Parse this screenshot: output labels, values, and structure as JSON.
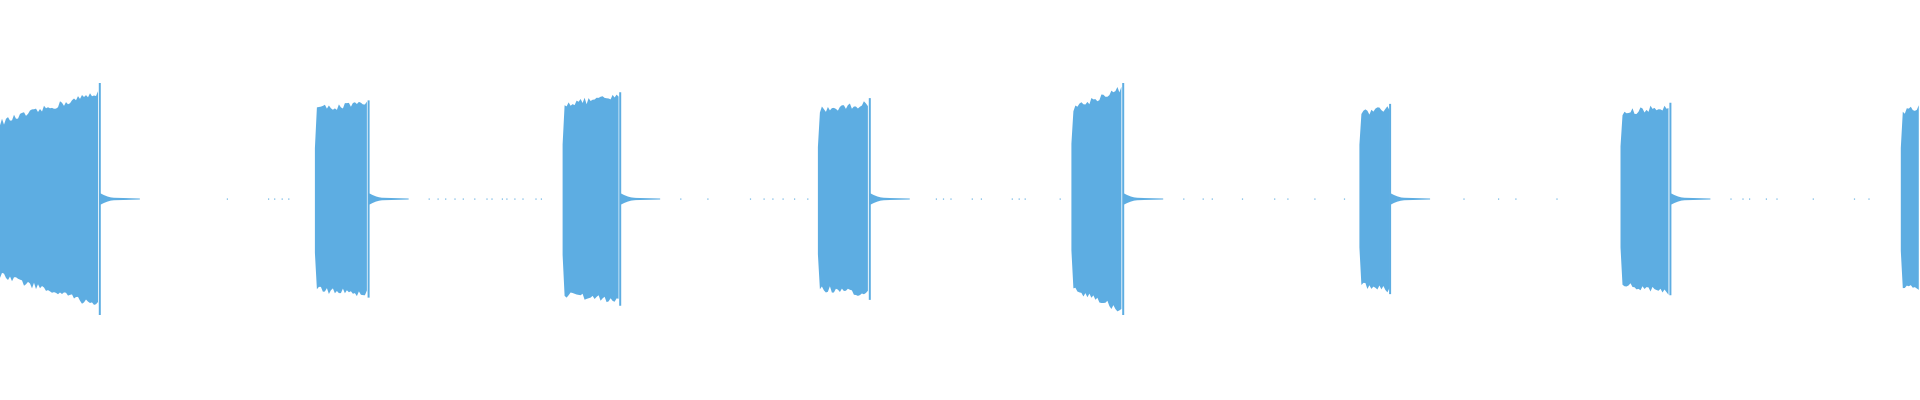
{
  "waveform": {
    "color": "#5dade2",
    "background": "#ffffff",
    "bursts": [
      {
        "start_s": 0.0,
        "end_s": 0.52,
        "amp_start": 0.66,
        "amp_end": 0.92,
        "spike": 1.0
      },
      {
        "start_s": 1.64,
        "end_s": 1.92,
        "amp_start": 0.78,
        "amp_end": 0.82,
        "spike": 0.85
      },
      {
        "start_s": 2.93,
        "end_s": 3.23,
        "amp_start": 0.82,
        "amp_end": 0.88,
        "spike": 0.92
      },
      {
        "start_s": 4.26,
        "end_s": 4.53,
        "amp_start": 0.77,
        "amp_end": 0.82,
        "spike": 0.87
      },
      {
        "start_s": 5.58,
        "end_s": 5.85,
        "amp_start": 0.78,
        "amp_end": 0.96,
        "spike": 1.0
      },
      {
        "start_s": 7.08,
        "end_s": 7.24,
        "amp_start": 0.74,
        "amp_end": 0.78,
        "spike": 0.82
      },
      {
        "start_s": 8.44,
        "end_s": 8.7,
        "amp_start": 0.74,
        "amp_end": 0.8,
        "spike": 0.83
      },
      {
        "start_s": 9.9,
        "end_s": 10.0,
        "amp_start": 0.76,
        "amp_end": 0.78,
        "spike": 0.8
      }
    ],
    "duration_s": 10.0
  }
}
